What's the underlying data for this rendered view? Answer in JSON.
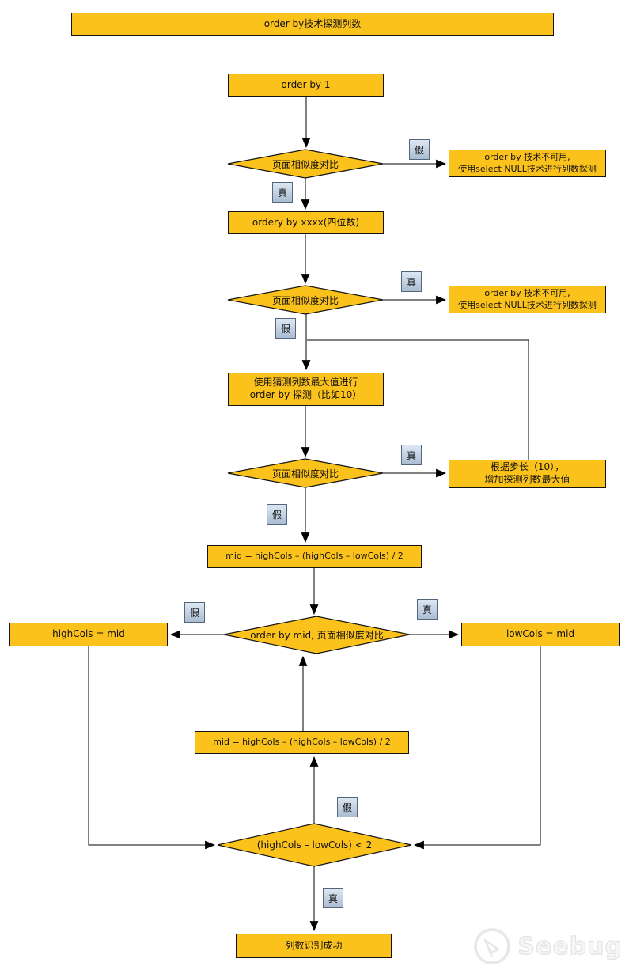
{
  "colors": {
    "node_fill": "#fcc21c",
    "node_border": "#141414",
    "label_fill_top": "#dde7f3",
    "label_fill_bottom": "#abbdd3",
    "label_border": "#54667e",
    "connector": "#000000",
    "watermark": "#e9e9e9"
  },
  "title": {
    "text": "order by技术探测列数"
  },
  "labels": {
    "true": "真",
    "false": "假"
  },
  "nodes": {
    "start": {
      "text": "order by 1"
    },
    "similarity_check": {
      "text": "页面相似度对比"
    },
    "fallback": {
      "line1": "order by 技术不可用,",
      "line2": "使用select NULL技术进行列数探测"
    },
    "order_by_xxxx": {
      "text": "ordery by xxxx(四位数)"
    },
    "guess_max": {
      "line1": "使用猜测列数最大值进行",
      "line2": "order by 探测（比如10）"
    },
    "increase_step": {
      "line1": "根据步长（10），",
      "line2": "增加探测列数最大值"
    },
    "mid_formula": {
      "text": "mid = highCols – (highCols – lowCols) / 2"
    },
    "binary_check": {
      "text": "order by mid, 页面相似度对比"
    },
    "highcols": {
      "text": "highCols = mid"
    },
    "lowcols": {
      "text": "lowCols = mid"
    },
    "exit_check": {
      "text": "(highCols – lowCols) < 2"
    },
    "success": {
      "text": "列数识别成功"
    }
  },
  "edges": [
    {
      "from": "start",
      "to": "similarity_check_1",
      "label": ""
    },
    {
      "from": "similarity_check_1",
      "to": "fallback_1",
      "label": "假"
    },
    {
      "from": "similarity_check_1",
      "to": "order_by_xxxx",
      "label": "真"
    },
    {
      "from": "order_by_xxxx",
      "to": "similarity_check_2",
      "label": ""
    },
    {
      "from": "similarity_check_2",
      "to": "fallback_2",
      "label": "真"
    },
    {
      "from": "similarity_check_2",
      "to": "guess_max",
      "label": "假"
    },
    {
      "from": "guess_max",
      "to": "similarity_check_3",
      "label": ""
    },
    {
      "from": "similarity_check_3",
      "to": "increase_step",
      "label": "真"
    },
    {
      "from": "increase_step",
      "to": "guess_max",
      "label": ""
    },
    {
      "from": "similarity_check_3",
      "to": "mid_formula_1",
      "label": "假"
    },
    {
      "from": "mid_formula_1",
      "to": "binary_check",
      "label": ""
    },
    {
      "from": "binary_check",
      "to": "highcols",
      "label": "假"
    },
    {
      "from": "binary_check",
      "to": "lowcols",
      "label": "真"
    },
    {
      "from": "highcols",
      "to": "exit_check",
      "label": ""
    },
    {
      "from": "lowcols",
      "to": "exit_check",
      "label": ""
    },
    {
      "from": "exit_check",
      "to": "mid_formula_2",
      "label": "假"
    },
    {
      "from": "mid_formula_2",
      "to": "binary_check",
      "label": ""
    },
    {
      "from": "exit_check",
      "to": "success",
      "label": "真"
    }
  ],
  "watermark": {
    "text": "Seebug"
  }
}
